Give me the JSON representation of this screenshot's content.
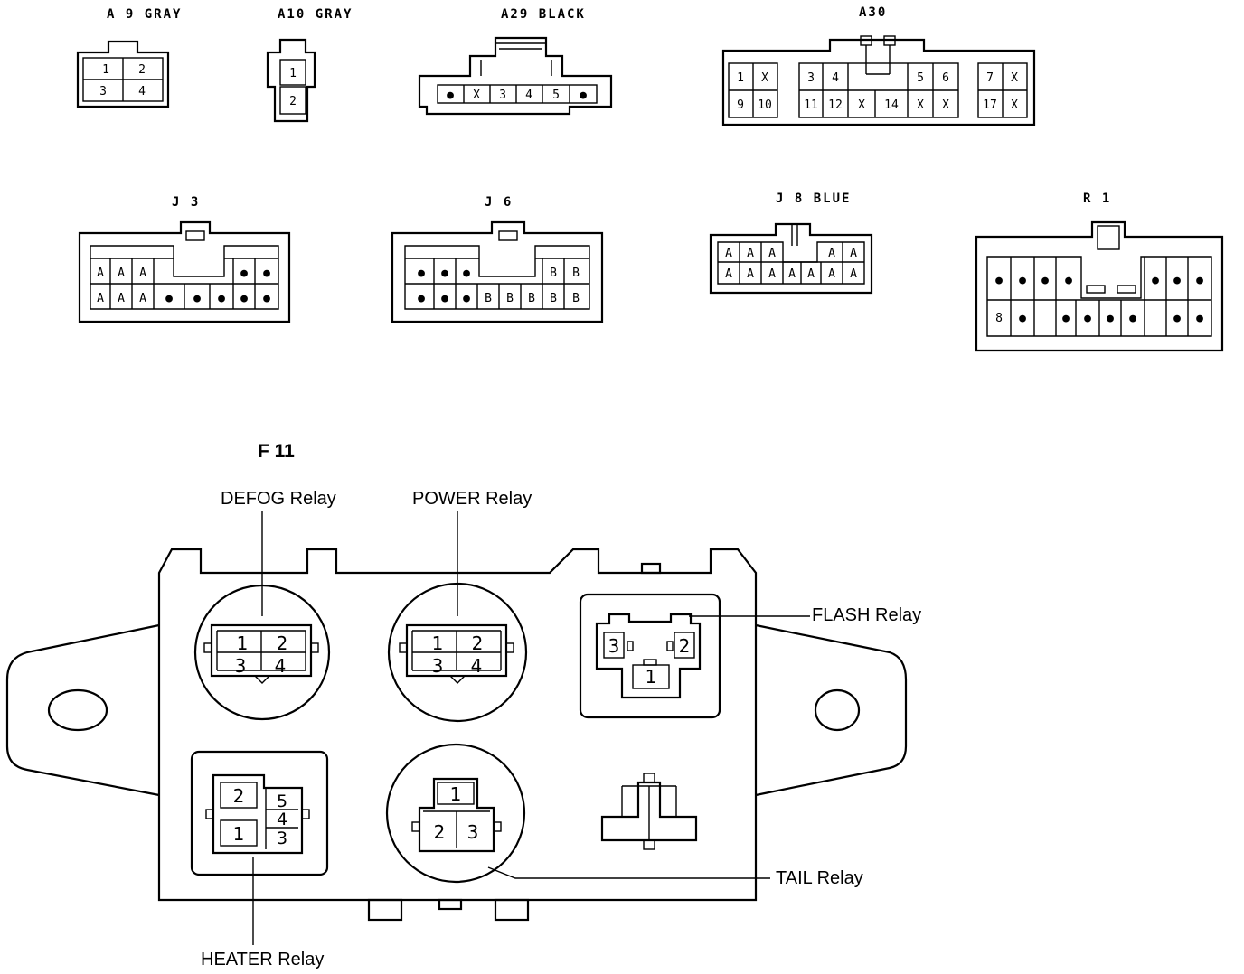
{
  "connectors": {
    "a9": {
      "title": "A 9  GRAY",
      "pins": [
        "1",
        "2",
        "3",
        "4"
      ]
    },
    "a10": {
      "title": "A10  GRAY",
      "pins": [
        "1",
        "2"
      ]
    },
    "a29": {
      "title": "A29  BLACK",
      "pins": [
        "●",
        "X",
        "3",
        "4",
        "5",
        "●"
      ]
    },
    "a30": {
      "title": "A30",
      "left": [
        "1",
        "X",
        "9",
        "10"
      ],
      "center_top": [
        "3",
        "4",
        "5",
        "6"
      ],
      "center_bottom": [
        "11",
        "12",
        "X",
        "14",
        "X",
        "X"
      ],
      "right": [
        "7",
        "X",
        "17",
        "X"
      ]
    },
    "j3": {
      "title": "J 3",
      "top": [
        "A",
        "A",
        "A",
        "●",
        "●"
      ],
      "bottom": [
        "A",
        "A",
        "A",
        "●",
        "●",
        "●",
        "●",
        "●"
      ]
    },
    "j6": {
      "title": "J 6",
      "top": [
        "●",
        "●",
        "●",
        "B",
        "B"
      ],
      "bottom": [
        "●",
        "●",
        "●",
        "B",
        "B",
        "B",
        "B",
        "B"
      ]
    },
    "j8": {
      "title": "J 8  BLUE",
      "top": [
        "A",
        "A",
        "A",
        "A",
        "A"
      ],
      "bottom": [
        "A",
        "A",
        "A",
        "A",
        "A",
        "A",
        "A"
      ]
    },
    "r1": {
      "title": "R 1",
      "top": [
        "●",
        "●",
        "●",
        "●",
        "●",
        "●",
        "●"
      ],
      "bottom": [
        "8",
        "●",
        "●",
        "●",
        "●",
        "●",
        "●",
        "●"
      ]
    }
  },
  "relay_block": {
    "title": "F 11",
    "defog": {
      "label": "DEFOG Relay",
      "pins": [
        "1",
        "2",
        "3",
        "4"
      ]
    },
    "power": {
      "label": "POWER Relay",
      "pins": [
        "1",
        "2",
        "3",
        "4"
      ]
    },
    "flash": {
      "label": "FLASH Relay",
      "pins": [
        "3",
        "2",
        "1"
      ]
    },
    "heater": {
      "label": "HEATER Relay",
      "pins": [
        "2",
        "5",
        "4",
        "1",
        "3"
      ]
    },
    "tail": {
      "label": "TAIL Relay",
      "pins": [
        "1",
        "2",
        "3"
      ]
    }
  }
}
